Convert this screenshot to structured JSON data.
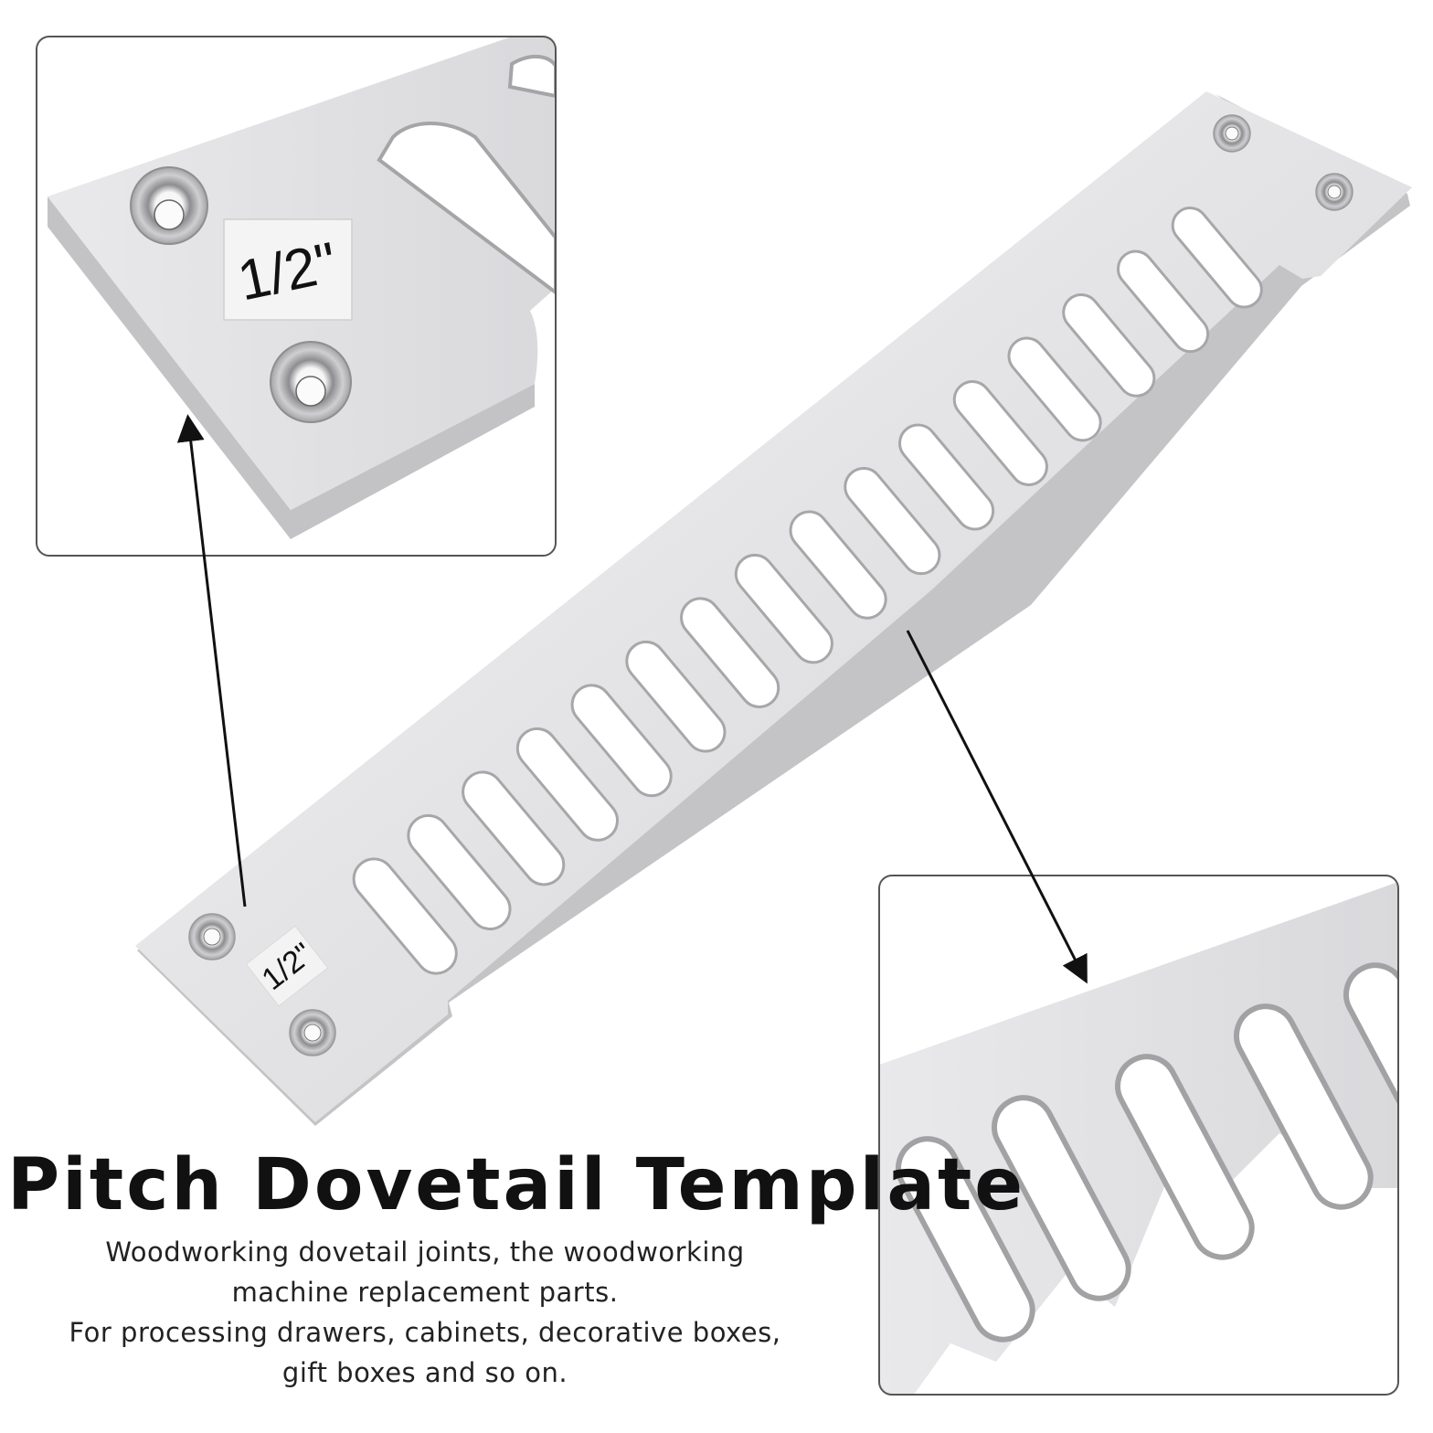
{
  "labels": {
    "size_mark_zoom": "1/2\"",
    "size_mark_plate": "1/2\""
  },
  "heading": {
    "title": "Pitch Dovetail Template"
  },
  "description": {
    "line1": "Woodworking dovetail joints, the woodworking",
    "line2": "machine replacement parts.",
    "line3": "For processing drawers, cabinets, decorative boxes,",
    "line4": "gift boxes and so on."
  },
  "colors": {
    "metal_light": "#eeeeef",
    "metal_mid": "#d7d7d9",
    "metal_dark": "#b8b8bb",
    "edge": "#a9a9ac",
    "frame": "#555555",
    "text": "#111111"
  },
  "template": {
    "slot_count": 16
  }
}
